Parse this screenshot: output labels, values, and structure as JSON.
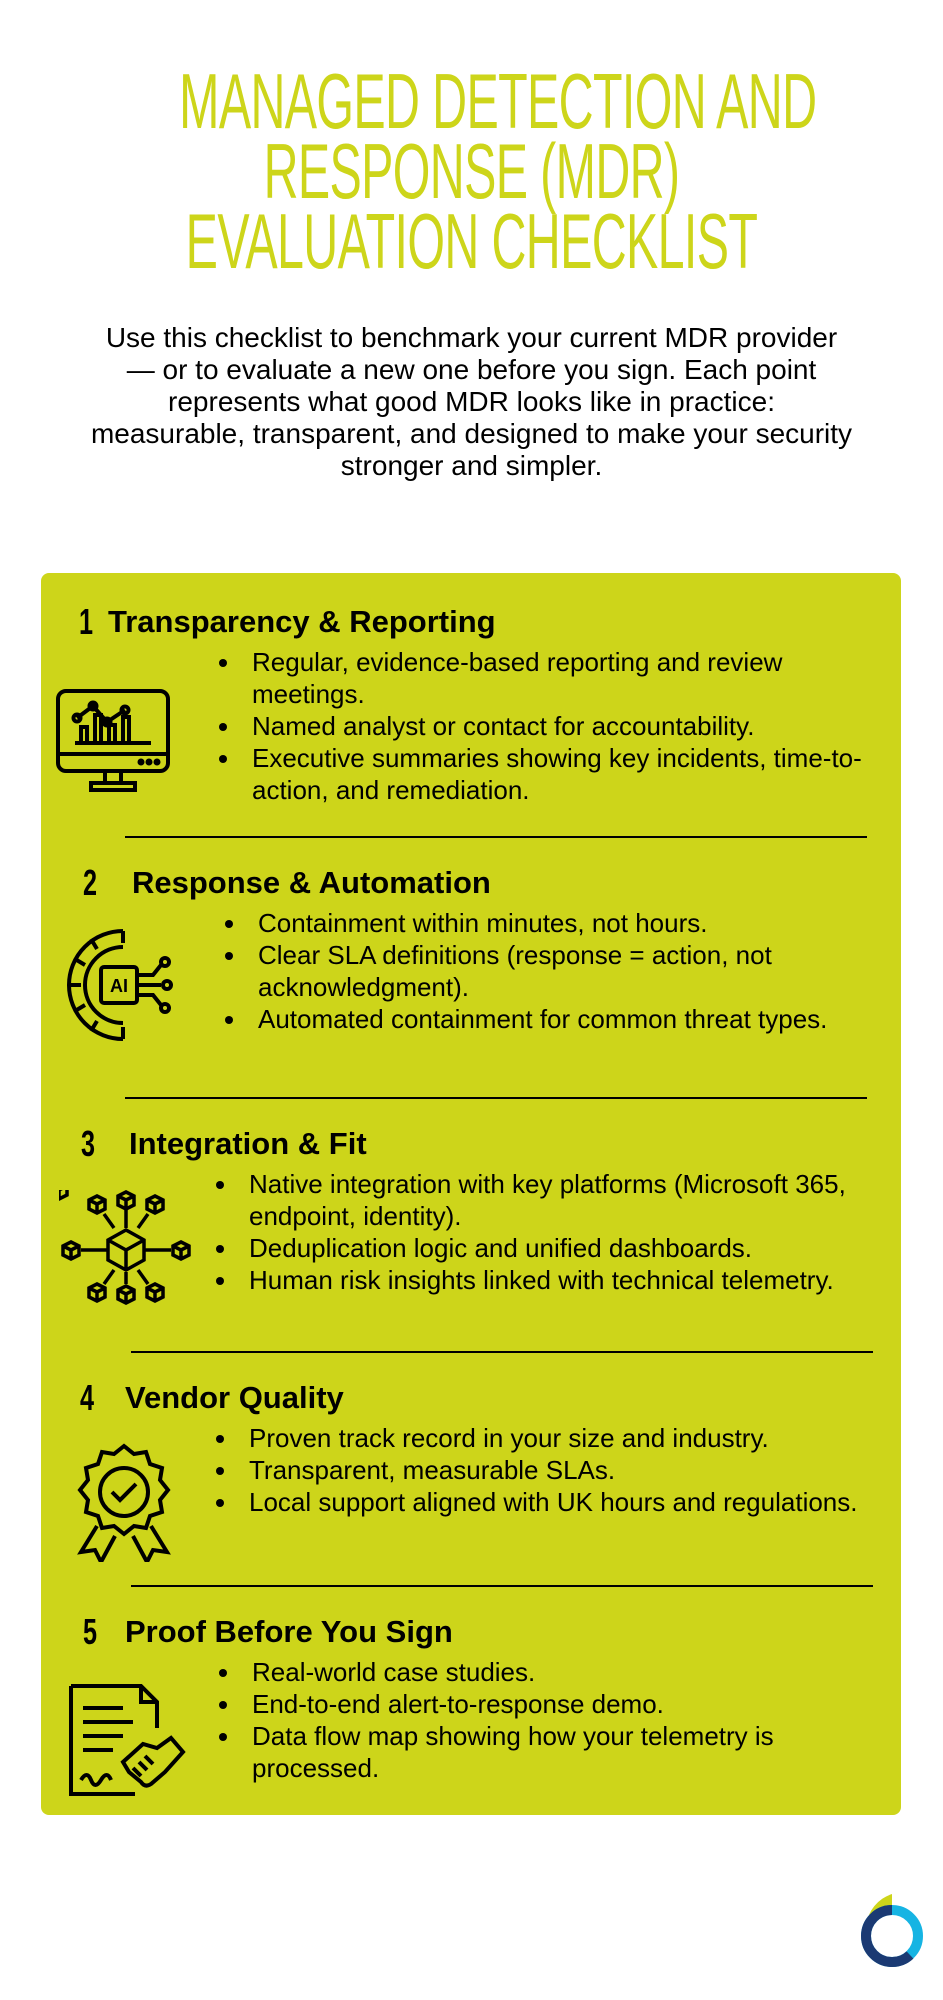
{
  "title_lines": [
    "Managed Detection and",
    "Response (MDR)",
    "Evaluation Checklist"
  ],
  "intro": "Use this checklist to benchmark your current MDR provider — or to evaluate a new one before you sign. Each point represents what good MDR looks like in practice: measurable, transparent, and designed to make your security stronger and simpler.",
  "colors": {
    "accent": "#cdd51a",
    "logo_dark": "#1b3a73",
    "logo_light": "#16b4e3"
  },
  "sections": [
    {
      "number": "1",
      "heading": "Transparency & Reporting",
      "icon": "monitor-chart-icon",
      "bullets": [
        "Regular, evidence-based reporting and review meetings.",
        "Named analyst or contact for accountability.",
        "Executive summaries showing key incidents, time-to-action, and remediation."
      ]
    },
    {
      "number": "2",
      "heading": "Response & Automation",
      "icon": "ai-gear-icon",
      "bullets": [
        "Containment within minutes, not hours.",
        "Clear SLA definitions (response = action, not acknowledgment).",
        "Automated containment for common threat types."
      ]
    },
    {
      "number": "3",
      "heading": "Integration & Fit",
      "icon": "network-cubes-icon",
      "bullets": [
        "Native integration with key platforms (Microsoft 365, endpoint, identity).",
        "Deduplication logic and unified dashboards.",
        "Human risk insights linked with technical telemetry."
      ]
    },
    {
      "number": "4",
      "heading": "Vendor Quality",
      "icon": "quality-badge-icon",
      "bullets": [
        "Proven track record in your size and industry.",
        "Transparent, measurable SLAs.",
        "Local support aligned with UK hours and regulations."
      ]
    },
    {
      "number": "5",
      "heading": "Proof Before You Sign",
      "icon": "contract-handshake-icon",
      "bullets": [
        "Real-world case studies.",
        "End-to-end alert-to-response demo.",
        "Data flow map showing how your telemetry is processed."
      ]
    }
  ]
}
